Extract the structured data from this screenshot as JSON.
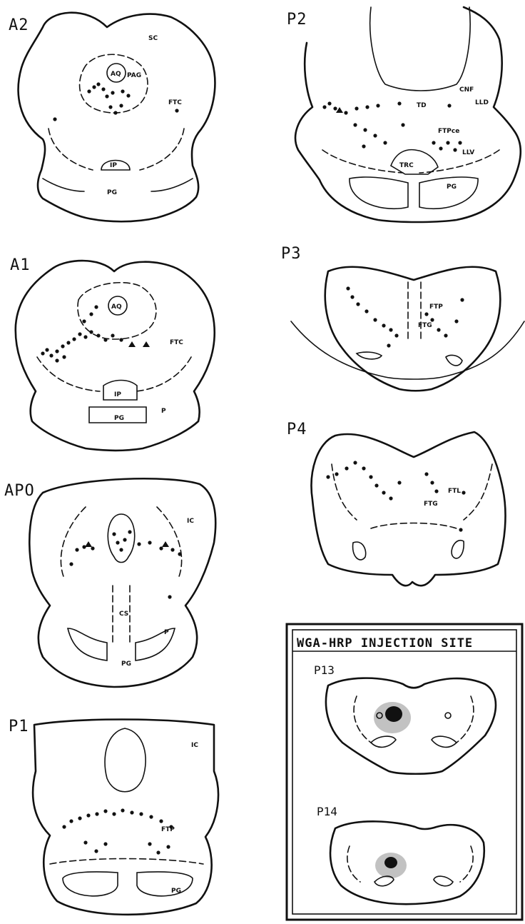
{
  "panels": {
    "a2": {
      "label": "A2",
      "regions": [
        "SC",
        "AQ",
        "PAG",
        "FTC",
        "IP",
        "PG"
      ]
    },
    "a1": {
      "label": "A1",
      "regions": [
        "AQ",
        "FTC",
        "IP",
        "PG",
        "P"
      ]
    },
    "ap0": {
      "label": "APO",
      "regions": [
        "IC",
        "CS",
        "P",
        "PG"
      ]
    },
    "p1": {
      "label": "P1",
      "regions": [
        "IC",
        "FTP",
        "PG"
      ]
    },
    "p2": {
      "label": "P2",
      "regions": [
        "CNF",
        "LLD",
        "TD",
        "FTPce",
        "LLV",
        "TRC",
        "PG"
      ]
    },
    "p3": {
      "label": "P3",
      "regions": [
        "FTP",
        "FTG"
      ]
    },
    "p4": {
      "label": "P4",
      "regions": [
        "FTL",
        "FTG"
      ]
    }
  },
  "inset": {
    "title": "WGA-HRP INJECTION SITE",
    "sections": [
      "P13",
      "P14"
    ]
  }
}
